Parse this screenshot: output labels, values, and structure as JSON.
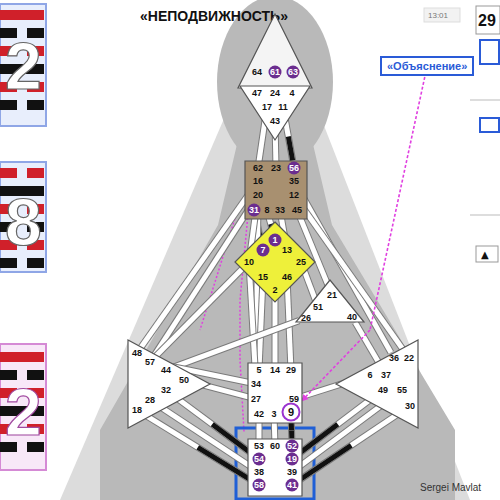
{
  "diagram": {
    "title": "«НЕПОДВИЖНОСТЬ»",
    "nodes": [
      {
        "text": [
          "«Объяснение»"
        ]
      },
      {},
      {
        "text": [
          "64"
        ],
        "in": 1
      },
      {
        "text": [
          "61"
        ],
        "in": 1
      },
      {
        "text": [
          "63"
        ],
        "in": 1
      },
      {},
      {
        "text": [
          "47"
        ],
        "in": 5
      },
      {
        "text": [
          "24"
        ],
        "in": 5
      },
      {
        "text": [
          "4"
        ],
        "in": 5
      },
      {
        "text": [
          "17"
        ],
        "in": 5
      },
      {
        "text": [
          "11"
        ],
        "in": 5
      },
      {
        "text": [
          "43"
        ],
        "in": 5
      },
      {},
      {
        "text": [
          "62"
        ],
        "in": 12
      },
      {
        "text": [
          "23"
        ],
        "in": 12
      },
      {
        "text": [
          "56"
        ],
        "in": 12
      },
      {
        "text": [
          "16"
        ],
        "in": 12
      },
      {
        "text": [
          "35"
        ],
        "in": 12
      },
      {
        "text": [
          "20"
        ],
        "in": 12
      },
      {
        "text": [
          "12"
        ],
        "in": 12
      },
      {
        "text": [
          "31"
        ],
        "in": 12
      },
      {
        "text": [
          "8"
        ],
        "in": 12
      },
      {
        "text": [
          "33"
        ],
        "in": 12
      },
      {
        "text": [
          "45"
        ],
        "in": 12
      },
      {},
      {
        "text": [
          "1"
        ],
        "in": 24
      },
      {
        "text": [
          "7"
        ],
        "in": 24
      },
      {
        "text": [
          "13"
        ],
        "in": 24
      },
      {
        "text": [
          "10"
        ],
        "in": 24
      },
      {
        "text": [
          "25"
        ],
        "in": 24
      },
      {
        "text": [
          "15"
        ],
        "in": 24
      },
      {
        "text": [
          "46"
        ],
        "in": 24
      },
      {
        "text": [
          "2"
        ],
        "in": 24
      },
      {},
      {
        "text": [
          "21"
        ],
        "in": 33
      },
      {
        "text": [
          "51"
        ],
        "in": 33
      },
      {
        "text": [
          "26"
        ],
        "in": 33
      },
      {
        "text": [
          "40"
        ],
        "in": 33
      },
      {},
      {
        "text": [
          "48"
        ],
        "in": 38
      },
      {
        "text": [
          "57"
        ],
        "in": 38
      },
      {
        "text": [
          "44"
        ],
        "in": 38
      },
      {
        "text": [
          "50"
        ],
        "in": 38
      },
      {
        "text": [
          "32"
        ],
        "in": 38
      },
      {
        "text": [
          "28"
        ],
        "in": 38
      },
      {
        "text": [
          "18"
        ],
        "in": 38
      },
      {},
      {
        "text": [
          "36"
        ],
        "in": 46
      },
      {
        "text": [
          "22"
        ],
        "in": 46
      },
      {
        "text": [
          "6"
        ],
        "in": 46
      },
      {
        "text": [
          "37"
        ],
        "in": 46
      },
      {
        "text": [
          "49"
        ],
        "in": 46
      },
      {
        "text": [
          "55"
        ],
        "in": 46
      },
      {
        "text": [
          "30"
        ],
        "in": 46
      },
      {},
      {
        "text": [
          "5"
        ],
        "in": 54
      },
      {
        "text": [
          "14"
        ],
        "in": 54
      },
      {
        "text": [
          "29"
        ],
        "in": 54
      },
      {
        "text": [
          "34"
        ],
        "in": 54
      },
      {
        "text": [
          "27"
        ],
        "in": 54
      },
      {
        "text": [
          "59"
        ],
        "in": 54
      },
      {
        "text": [
          "42"
        ],
        "in": 54
      },
      {
        "text": [
          "3"
        ],
        "in": 54
      },
      {
        "text": [
          "9"
        ],
        "in": 54
      },
      {},
      {
        "text": [
          "53"
        ],
        "in": 64
      },
      {
        "text": [
          "60"
        ],
        "in": 64
      },
      {
        "text": [
          "52"
        ],
        "in": 64
      },
      {
        "text": [
          "54"
        ],
        "in": 64
      },
      {
        "text": [
          "19"
        ],
        "in": 64
      },
      {
        "text": [
          "38"
        ],
        "in": 64
      },
      {
        "text": [
          "39"
        ],
        "in": 64
      },
      {
        "text": [
          "58"
        ],
        "in": 64
      },
      {
        "text": [
          "41"
        ],
        "in": 64
      }
    ],
    "edges": [
      {
        "from": 2,
        "to": 6,
        "arrow": "none"
      },
      {
        "from": 3,
        "to": 7,
        "arrow": "none"
      },
      {
        "from": 4,
        "to": 8,
        "arrow": "none"
      },
      {
        "from": 9,
        "to": 13,
        "arrow": "none"
      },
      {
        "from": 11,
        "to": 14,
        "arrow": "none"
      },
      {
        "from": 10,
        "to": 15,
        "arrow": "none"
      },
      {
        "from": 20,
        "to": 26,
        "arrow": "none"
      },
      {
        "from": 21,
        "to": 25,
        "arrow": "none"
      },
      {
        "from": 22,
        "to": 27,
        "arrow": "none"
      },
      {
        "from": 23,
        "to": 34,
        "arrow": "none"
      },
      {
        "from": 16,
        "to": 39,
        "arrow": "none"
      },
      {
        "from": 18,
        "to": 40,
        "arrow": "none"
      },
      {
        "from": 17,
        "to": 47,
        "arrow": "none"
      },
      {
        "from": 19,
        "to": 48,
        "arrow": "none"
      },
      {
        "from": 18,
        "to": 58,
        "arrow": "none"
      },
      {
        "from": 29,
        "to": 35,
        "arrow": "none"
      },
      {
        "from": 30,
        "to": 55,
        "arrow": "none"
      },
      {
        "from": 32,
        "to": 56,
        "arrow": "none"
      },
      {
        "from": 31,
        "to": 57,
        "arrow": "none"
      },
      {
        "from": 28,
        "to": 58,
        "arrow": "none"
      },
      {
        "from": 28,
        "to": 40,
        "arrow": "none"
      },
      {
        "from": 28,
        "to": 18,
        "arrow": "none"
      },
      {
        "from": 36,
        "to": 41,
        "arrow": "none"
      },
      {
        "from": 37,
        "to": 50,
        "arrow": "none"
      },
      {
        "from": 58,
        "to": 40,
        "arrow": "none"
      },
      {
        "from": 59,
        "to": 42,
        "arrow": "none"
      },
      {
        "from": 60,
        "to": 49,
        "arrow": "none"
      },
      {
        "from": 61,
        "to": 65,
        "arrow": "none"
      },
      {
        "from": 62,
        "to": 66,
        "arrow": "none"
      },
      {
        "from": 63,
        "to": 67,
        "arrow": "none"
      },
      {
        "from": 68,
        "to": 43,
        "arrow": "none"
      },
      {
        "from": 44,
        "to": 70,
        "arrow": "none"
      },
      {
        "from": 45,
        "to": 72,
        "arrow": "none"
      },
      {
        "from": 69,
        "to": 51,
        "arrow": "none"
      },
      {
        "from": 71,
        "to": 52,
        "arrow": "none"
      },
      {
        "from": 73,
        "to": 53,
        "arrow": "none"
      },
      {
        "from": 0,
        "to": 63,
        "arrow": "to"
      }
    ],
    "labels": [
      "29",
      "13:01",
      "▲",
      "Sergei Mavlat",
      "2",
      "8",
      "2"
    ]
  }
}
